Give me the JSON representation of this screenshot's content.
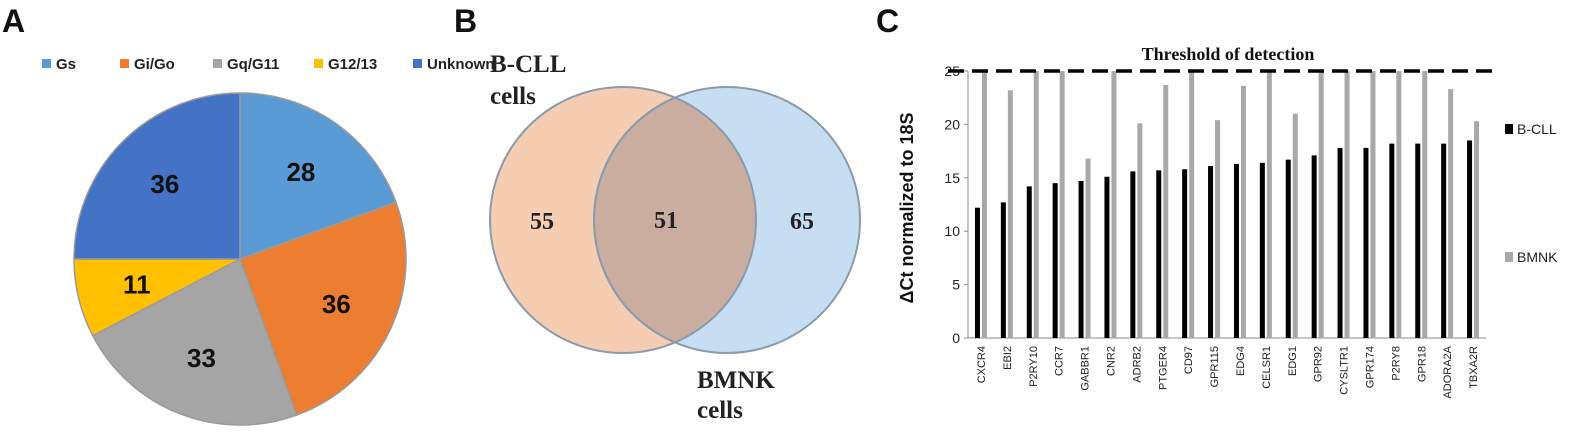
{
  "panels": {
    "a": "A",
    "b": "B",
    "c": "C"
  },
  "chart_data": [
    {
      "type": "pie",
      "labels": [
        "Gs",
        "Gi/Go",
        "Gq/G11",
        "G12/13",
        "Unknown"
      ],
      "values": [
        28,
        36,
        33,
        11,
        36
      ],
      "colors": [
        "#5B9BD5",
        "#ED7D31",
        "#A5A5A5",
        "#FFC000",
        "#4472C4"
      ],
      "legend": "top"
    },
    {
      "type": "venn",
      "sets": [
        "B-CLL cells",
        "BMNK cells"
      ],
      "set_labels": {
        "a_line1": "B-CLL",
        "a_line2": "cells",
        "b_line1": "BMNK",
        "b_line2": "cells"
      },
      "only_a": 55,
      "both": 51,
      "only_b": 65,
      "colors": {
        "a": "#F4CDB2",
        "b": "#C7DDF2",
        "overlap": "#C8ADA0"
      }
    },
    {
      "type": "bar",
      "title": "Threshold of detection",
      "ylabel": "ΔCt normalized to 18S",
      "ylim": [
        0,
        25
      ],
      "yticks": [
        0,
        5,
        10,
        15,
        20,
        25
      ],
      "threshold": 25,
      "categories": [
        "CXCR4",
        "EBI2",
        "P2RY10",
        "CCR7",
        "GABBR1",
        "CNR2",
        "ADRB2",
        "PTGER4",
        "CD97",
        "GPR115",
        "EDG4",
        "CELSR1",
        "EDG1",
        "GPR92",
        "CYSLTR1",
        "GPR174",
        "P2RY8",
        "GPR18",
        "ADORA2A",
        "TBXA2R"
      ],
      "series": [
        {
          "name": "B-CLL",
          "color": "#000000",
          "values": [
            12.2,
            12.7,
            14.2,
            14.5,
            14.7,
            15.1,
            15.6,
            15.7,
            15.8,
            16.1,
            16.3,
            16.4,
            16.7,
            17.1,
            17.8,
            17.8,
            18.2,
            18.2,
            18.2,
            18.5
          ]
        },
        {
          "name": "BMNK",
          "color": "#A8A8A8",
          "values": [
            25,
            23.2,
            25,
            25,
            16.8,
            25,
            20.1,
            23.7,
            25,
            20.4,
            23.6,
            25,
            21.0,
            25,
            25,
            25,
            25,
            25,
            23.3,
            20.3
          ]
        }
      ]
    }
  ]
}
